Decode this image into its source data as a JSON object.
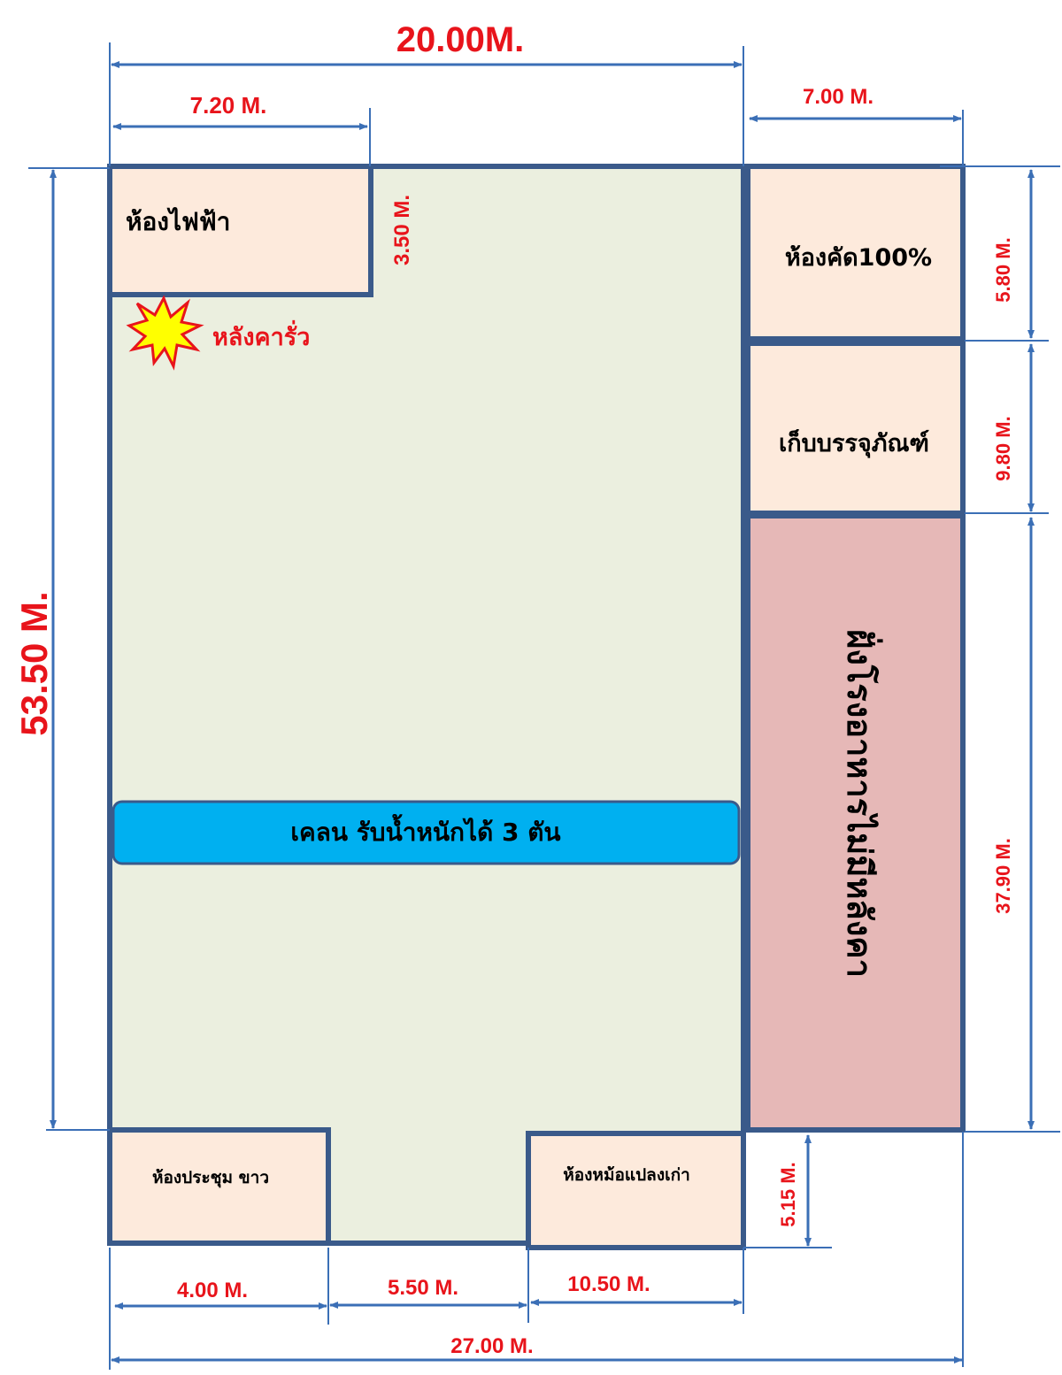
{
  "colors": {
    "wall": "#3a5a8a",
    "floor": "#ebefdf",
    "room": "#fdeadc",
    "canteen": "#e6b8b7",
    "mud_bar": "#00b0f0",
    "dimension_line": "#3b6fb6",
    "dimension_text": "#e8141b"
  },
  "dimensions": {
    "top_total": "20.00M.",
    "electrical_width": "7.20 M.",
    "electrical_depth": "3.50 M.",
    "right_width": "7.00 M.",
    "left_total": "53.50 M.",
    "sorting_height": "5.80 M.",
    "packaging_height": "9.80 M.",
    "canteen_height": "37.90 M.",
    "transformer_depth": "5.15 M.",
    "meeting_width": "4.00 M.",
    "gap_width": "5.50 M.",
    "transformer_width": "10.50 M.",
    "bottom_total": "27.00 M."
  },
  "rooms": {
    "electrical": "ห้องไฟฟ้า",
    "sorting": "ห้องคัด100%",
    "packaging": "เก็บบรรจุภัณฑ์",
    "canteen": "ฝั่งโรงอาหารไม่มีหลังคา",
    "meeting": "ห้องประชุม ขาว",
    "transformer": "ห้องหม้อแปลงเก่า"
  },
  "annotations": {
    "roof_leak": "หลังคารั่ว",
    "mud_bar": "เคลน รับน้ำหนักได้ 3 ตัน"
  }
}
